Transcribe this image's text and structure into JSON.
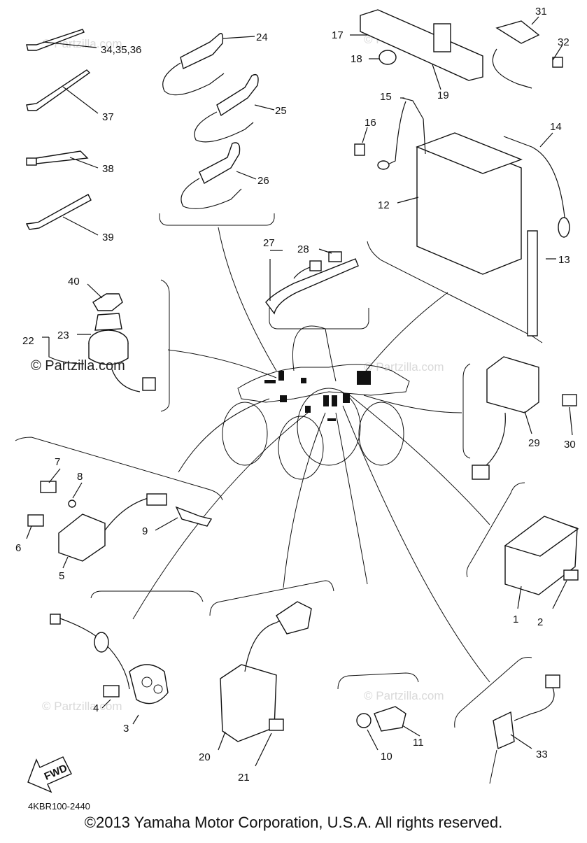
{
  "callouts": [
    "1",
    "2",
    "3",
    "4",
    "5",
    "6",
    "7",
    "8",
    "9",
    "10",
    "11",
    "12",
    "13",
    "14",
    "15",
    "16",
    "17",
    "18",
    "19",
    "20",
    "21",
    "22",
    "23",
    "24",
    "25",
    "26",
    "27",
    "28",
    "29",
    "30",
    "31",
    "32",
    "33",
    "34,35,36",
    "37",
    "38",
    "39",
    "40"
  ],
  "fwd_label": "FWD",
  "diagram_code": "4KBR100-2440",
  "copyright": "©2013 Yamaha Motor Corporation, U.S.A. All rights reserved.",
  "watermark": "© Partzilla.com"
}
